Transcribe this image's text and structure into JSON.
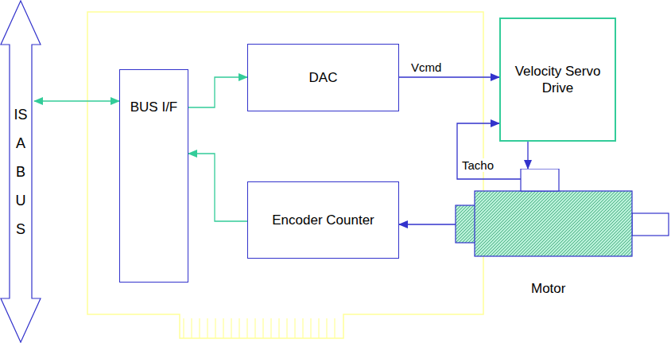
{
  "diagram": {
    "nodes": [
      {
        "text": [
          "ISA BUS"
        ]
      },
      {
        "text": [
          "BUS I/F"
        ]
      },
      {
        "text": [
          "DAC"
        ]
      },
      {
        "text": [
          "Encoder Counter"
        ]
      },
      {
        "text": [
          "Velocity Servo Drive"
        ]
      },
      {
        "text": [
          "Motor"
        ]
      }
    ],
    "edges": [
      {
        "from": 0,
        "to": 1,
        "arrow": "both"
      },
      {
        "from": 1,
        "to": 2,
        "arrow": "to"
      },
      {
        "from": 3,
        "to": 1,
        "arrow": "to"
      },
      {
        "from": 2,
        "to": 4,
        "label": "Vcmd",
        "arrow": "to"
      },
      {
        "from": 4,
        "to": 5,
        "arrow": "to"
      },
      {
        "from": 5,
        "to": 4,
        "label": "Tacho",
        "arrow": "to"
      },
      {
        "from": 5,
        "to": 3,
        "arrow": "to"
      }
    ]
  }
}
